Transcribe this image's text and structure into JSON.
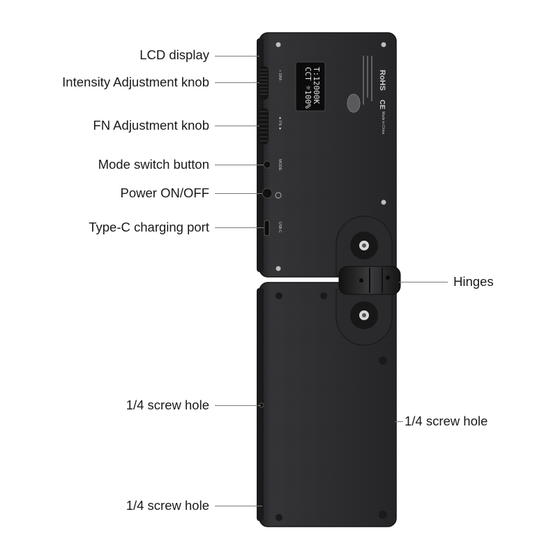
{
  "callouts": {
    "lcd_display": "LCD display",
    "intensity_knob": "Intensity Adjustment knob",
    "fn_knob": "FN Adjustment knob",
    "mode_button": "Mode switch button",
    "power": "Power ON/OFF",
    "typec_port": "Type-C charging port",
    "hinges": "Hinges",
    "screw_hole_left_mid": "1/4 screw hole",
    "screw_hole_left_bottom": "1/4 screw hole",
    "screw_hole_right": "1/4 screw hole"
  },
  "device": {
    "lcd": {
      "line1": "CCT ☼100%",
      "line2": "T:12000K"
    },
    "side_labels": {
      "dim": "+ DIM -",
      "fn": "◄ FN ►",
      "mode": "MODE",
      "usbc": "USB-C"
    },
    "marks": {
      "rohs": "RoHS",
      "ce": "CE",
      "made_in": "Made in China"
    },
    "colors": {
      "body": "#2b2b2d",
      "body_edge": "#1a1a1b",
      "lcd_bg": "#0b0b0c",
      "leader": "#7a7a7a"
    }
  }
}
